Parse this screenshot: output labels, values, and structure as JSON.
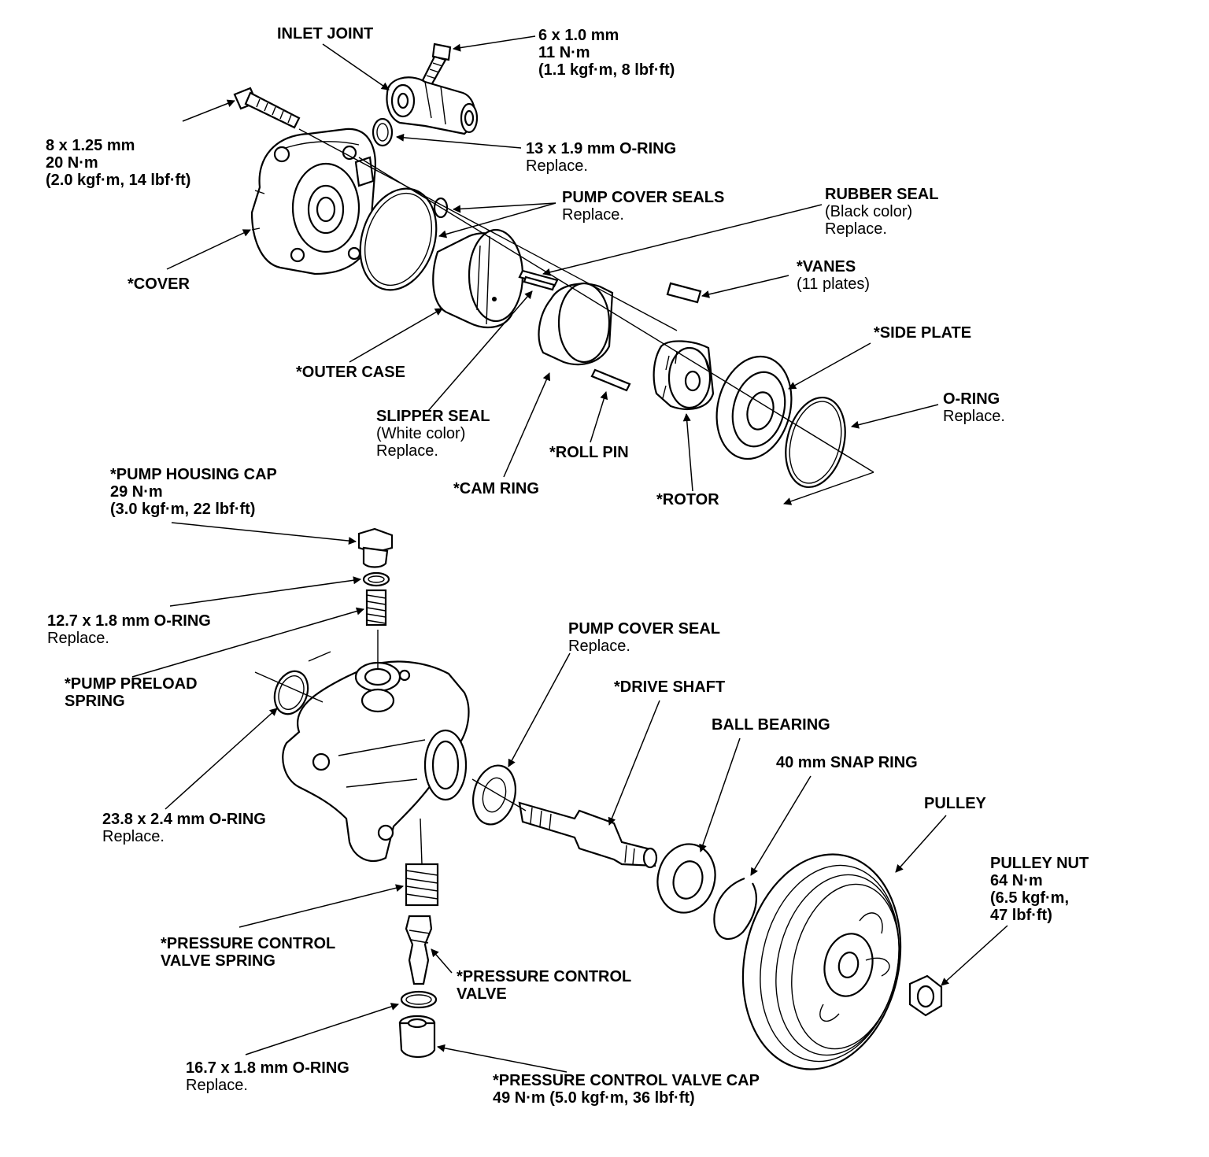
{
  "labels": {
    "inlet_joint": {
      "title": "INLET JOINT"
    },
    "inlet_bolt": {
      "lines": [
        "6 x 1.0 mm",
        "11 N·m",
        "(1.1 kgf·m, 8 lbf·ft)"
      ]
    },
    "cover_bolt": {
      "lines": [
        "8 x 1.25 mm",
        "20 N·m",
        "(2.0 kgf·m, 14 lbf·ft)"
      ]
    },
    "oring_13": {
      "title": "13 x 1.9 mm O-RING",
      "note": "Replace."
    },
    "pump_cover_seals": {
      "title": "PUMP COVER SEALS",
      "note": "Replace."
    },
    "rubber_seal": {
      "title": "RUBBER SEAL",
      "sub": "(Black color)",
      "note": "Replace."
    },
    "cover": {
      "title": "*COVER"
    },
    "vanes": {
      "title": "*VANES",
      "sub": "(11 plates)"
    },
    "side_plate": {
      "title": "*SIDE PLATE"
    },
    "outer_case": {
      "title": "*OUTER CASE"
    },
    "oring_side": {
      "title": "O-RING",
      "note": "Replace."
    },
    "slipper_seal": {
      "title": "SLIPPER SEAL",
      "sub": "(White color)",
      "note": "Replace."
    },
    "roll_pin": {
      "title": "*ROLL PIN"
    },
    "cam_ring": {
      "title": "*CAM RING"
    },
    "rotor": {
      "title": "*ROTOR"
    },
    "pump_housing_cap": {
      "title": "*PUMP HOUSING CAP",
      "lines": [
        "29 N·m",
        "(3.0 kgf·m, 22 lbf·ft)"
      ]
    },
    "oring_12_7": {
      "title": "12.7 x 1.8 mm O-RING",
      "note": "Replace."
    },
    "pump_cover_seal": {
      "title": "PUMP COVER SEAL",
      "note": "Replace."
    },
    "pump_preload_spring": {
      "lines": [
        "*PUMP PRELOAD",
        "SPRING"
      ]
    },
    "drive_shaft": {
      "title": "*DRIVE SHAFT"
    },
    "ball_bearing": {
      "title": "BALL BEARING"
    },
    "snap_ring": {
      "title": "40 mm SNAP RING"
    },
    "pulley": {
      "title": "PULLEY"
    },
    "oring_23_8": {
      "title": "23.8 x 2.4 mm O-RING",
      "note": "Replace."
    },
    "pulley_nut": {
      "lines": [
        "PULLEY NUT",
        "64 N·m",
        "(6.5 kgf·m,",
        "47 lbf·ft)"
      ]
    },
    "pcv_spring": {
      "lines": [
        "*PRESSURE CONTROL",
        "VALVE SPRING"
      ]
    },
    "pcv": {
      "lines": [
        "*PRESSURE CONTROL",
        "VALVE"
      ]
    },
    "oring_16_7": {
      "title": "16.7 x 1.8 mm O-RING",
      "note": "Replace."
    },
    "pcv_cap": {
      "title": "*PRESSURE CONTROL VALVE CAP",
      "lines": [
        "49 N·m (5.0 kgf·m, 36 lbf·ft)"
      ]
    }
  }
}
